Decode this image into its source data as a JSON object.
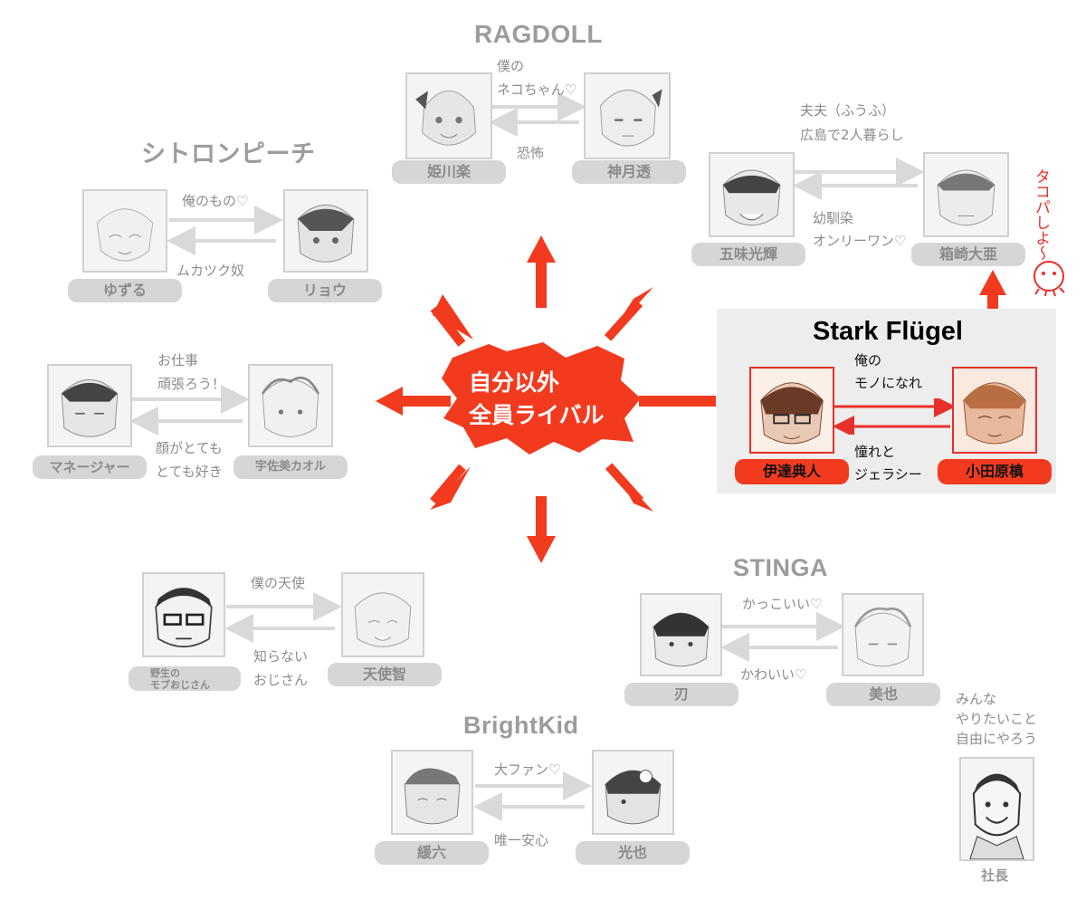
{
  "center": {
    "line1": "自分以外",
    "line2": "全員ライバル"
  },
  "accent": {
    "red": "#f23a1e",
    "gray_text": "#8a8a8a",
    "pill_gray": "#d6d6d6",
    "arrow_gray": "#d9d9d9"
  },
  "groups": {
    "ragdoll": {
      "title": "RAGDOLL",
      "left": "姫川楽",
      "right": "神月透",
      "to_right": "僕の\nネコちゃん♡",
      "to_left": "恐怖"
    },
    "citron": {
      "title": "シトロンピーチ",
      "left": "ゆずる",
      "right": "リョウ",
      "to_right": "俺のもの♡",
      "to_left": "ムカツク奴"
    },
    "couple": {
      "title_top": "夫夫（ふうふ）",
      "title_bottom": "広島で2人暮らし",
      "left": "五味光輝",
      "right": "箱崎大亜",
      "to_left_1": "幼馴染",
      "to_left_2": "オンリーワン♡"
    },
    "manager": {
      "left": "マネージャー",
      "right": "宇佐美カオル",
      "to_right_1": "お仕事",
      "to_right_2": "頑張ろう！",
      "to_left_1": "顔がとても",
      "to_left_2": "とても好き"
    },
    "stark": {
      "title": "Stark Flügel",
      "left": "伊達典人",
      "right": "小田原槙",
      "to_right_1": "俺の",
      "to_right_2": "モノになれ",
      "to_left_1": "憧れと",
      "to_left_2": "ジェラシー"
    },
    "tenshi": {
      "left_1": "野生の",
      "left_2": "モブおじさん",
      "right": "天使智",
      "to_right": "僕の天使",
      "to_left_1": "知らない",
      "to_left_2": "おじさん"
    },
    "stinga": {
      "title": "STINGA",
      "left": "刃",
      "right": "美也",
      "to_right": "かっこいい♡",
      "to_left": "かわいい♡"
    },
    "brightkid": {
      "title": "BrightKid",
      "left": "緩六",
      "right": "光也",
      "to_right": "大ファン♡",
      "to_left": "唯一安心"
    },
    "president": {
      "line1": "みんな",
      "line2": "やりたいこと",
      "line3": "自由にやろう",
      "name": "社長"
    }
  },
  "takopa": "タコパしよ〜",
  "icons": [
    "burst-shape",
    "red-arrow",
    "gray-double-arrow",
    "portrait-sketch",
    "octopus-doodle"
  ]
}
